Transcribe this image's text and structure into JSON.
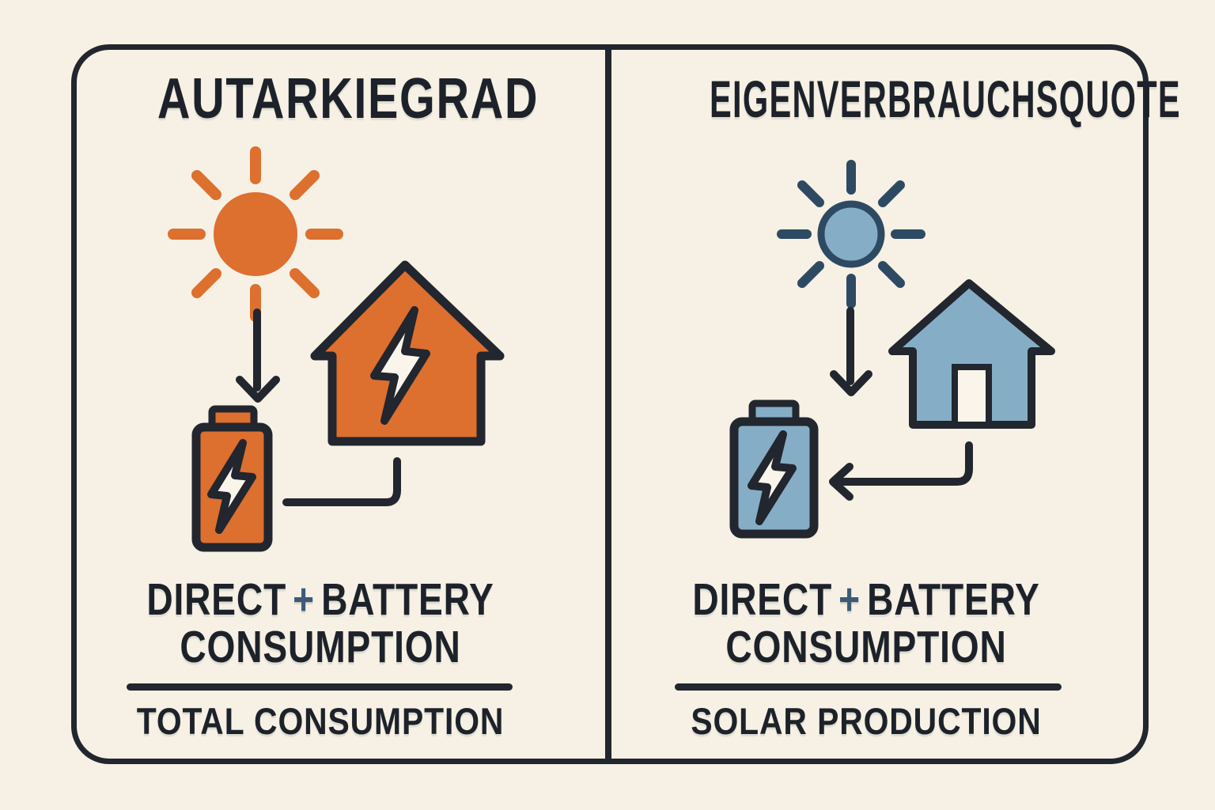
{
  "colors": {
    "bg": "#f6f1e4",
    "dark": "#22262e",
    "text": "#1d222a",
    "orange": "#dd6f2f",
    "blue": "#85aec6",
    "navy": "#2e4a63",
    "plus": "#3e5a78",
    "cream": "#faf5ea"
  },
  "panels": [
    {
      "title": "AUTARKIEGRAD",
      "accent_color": "#dd6f2f",
      "icons": [
        "sun-icon",
        "down-arrow-icon",
        "house-icon",
        "lightning-bolt-icon",
        "battery-icon",
        "house-to-battery-connector"
      ],
      "formula": {
        "numerator_word1": "DIRECT",
        "numerator_operator": "+",
        "numerator_word2": "BATTERY",
        "numerator_line2": "CONSUMPTION",
        "denominator": "TOTAL CONSUMPTION"
      }
    },
    {
      "title": "EIGENVERBRAUCHSQUOTE",
      "accent_color": "#85aec6",
      "icons": [
        "sun-icon",
        "down-arrow-icon",
        "house-icon",
        "door",
        "battery-icon",
        "lightning-bolt-icon",
        "house-to-battery-arrow-connector"
      ],
      "formula": {
        "numerator_word1": "DIRECT",
        "numerator_operator": "+",
        "numerator_word2": "BATTERY",
        "numerator_line2": "CONSUMPTION",
        "denominator": "SOLAR PRODUCTION"
      }
    }
  ]
}
